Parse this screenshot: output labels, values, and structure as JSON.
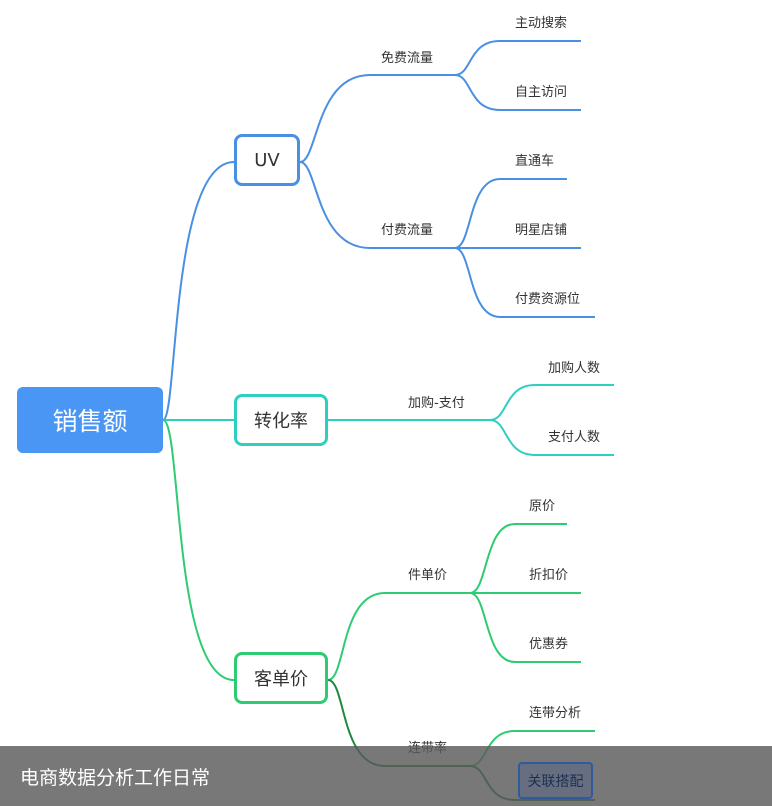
{
  "mindmap": {
    "root": "销售额",
    "colors": {
      "uv": "#4a90e2",
      "conversion": "#2fcfc0",
      "aov": "#2ecc71",
      "aov_dark": "#1f8a3f",
      "root_fill": "#4a96f4"
    },
    "uv": {
      "label": "UV",
      "groups": [
        {
          "label": "免费流量",
          "leaves": [
            "主动搜索",
            "自主访问"
          ]
        },
        {
          "label": "付费流量",
          "leaves": [
            "直通车",
            "明星店铺",
            "付费资源位"
          ]
        }
      ]
    },
    "conversion": {
      "label": "转化率",
      "groups": [
        {
          "label": "加购-支付",
          "leaves": [
            "加购人数",
            "支付人数"
          ]
        }
      ]
    },
    "aov": {
      "label": "客单价",
      "groups": [
        {
          "label": "件单价",
          "leaves": [
            "原价",
            "折扣价",
            "优惠券"
          ]
        },
        {
          "label": "连带率",
          "leaves": [
            "连带分析",
            "关联搭配"
          ]
        }
      ]
    }
  },
  "footer": {
    "caption": "电商数据分析工作日常"
  }
}
